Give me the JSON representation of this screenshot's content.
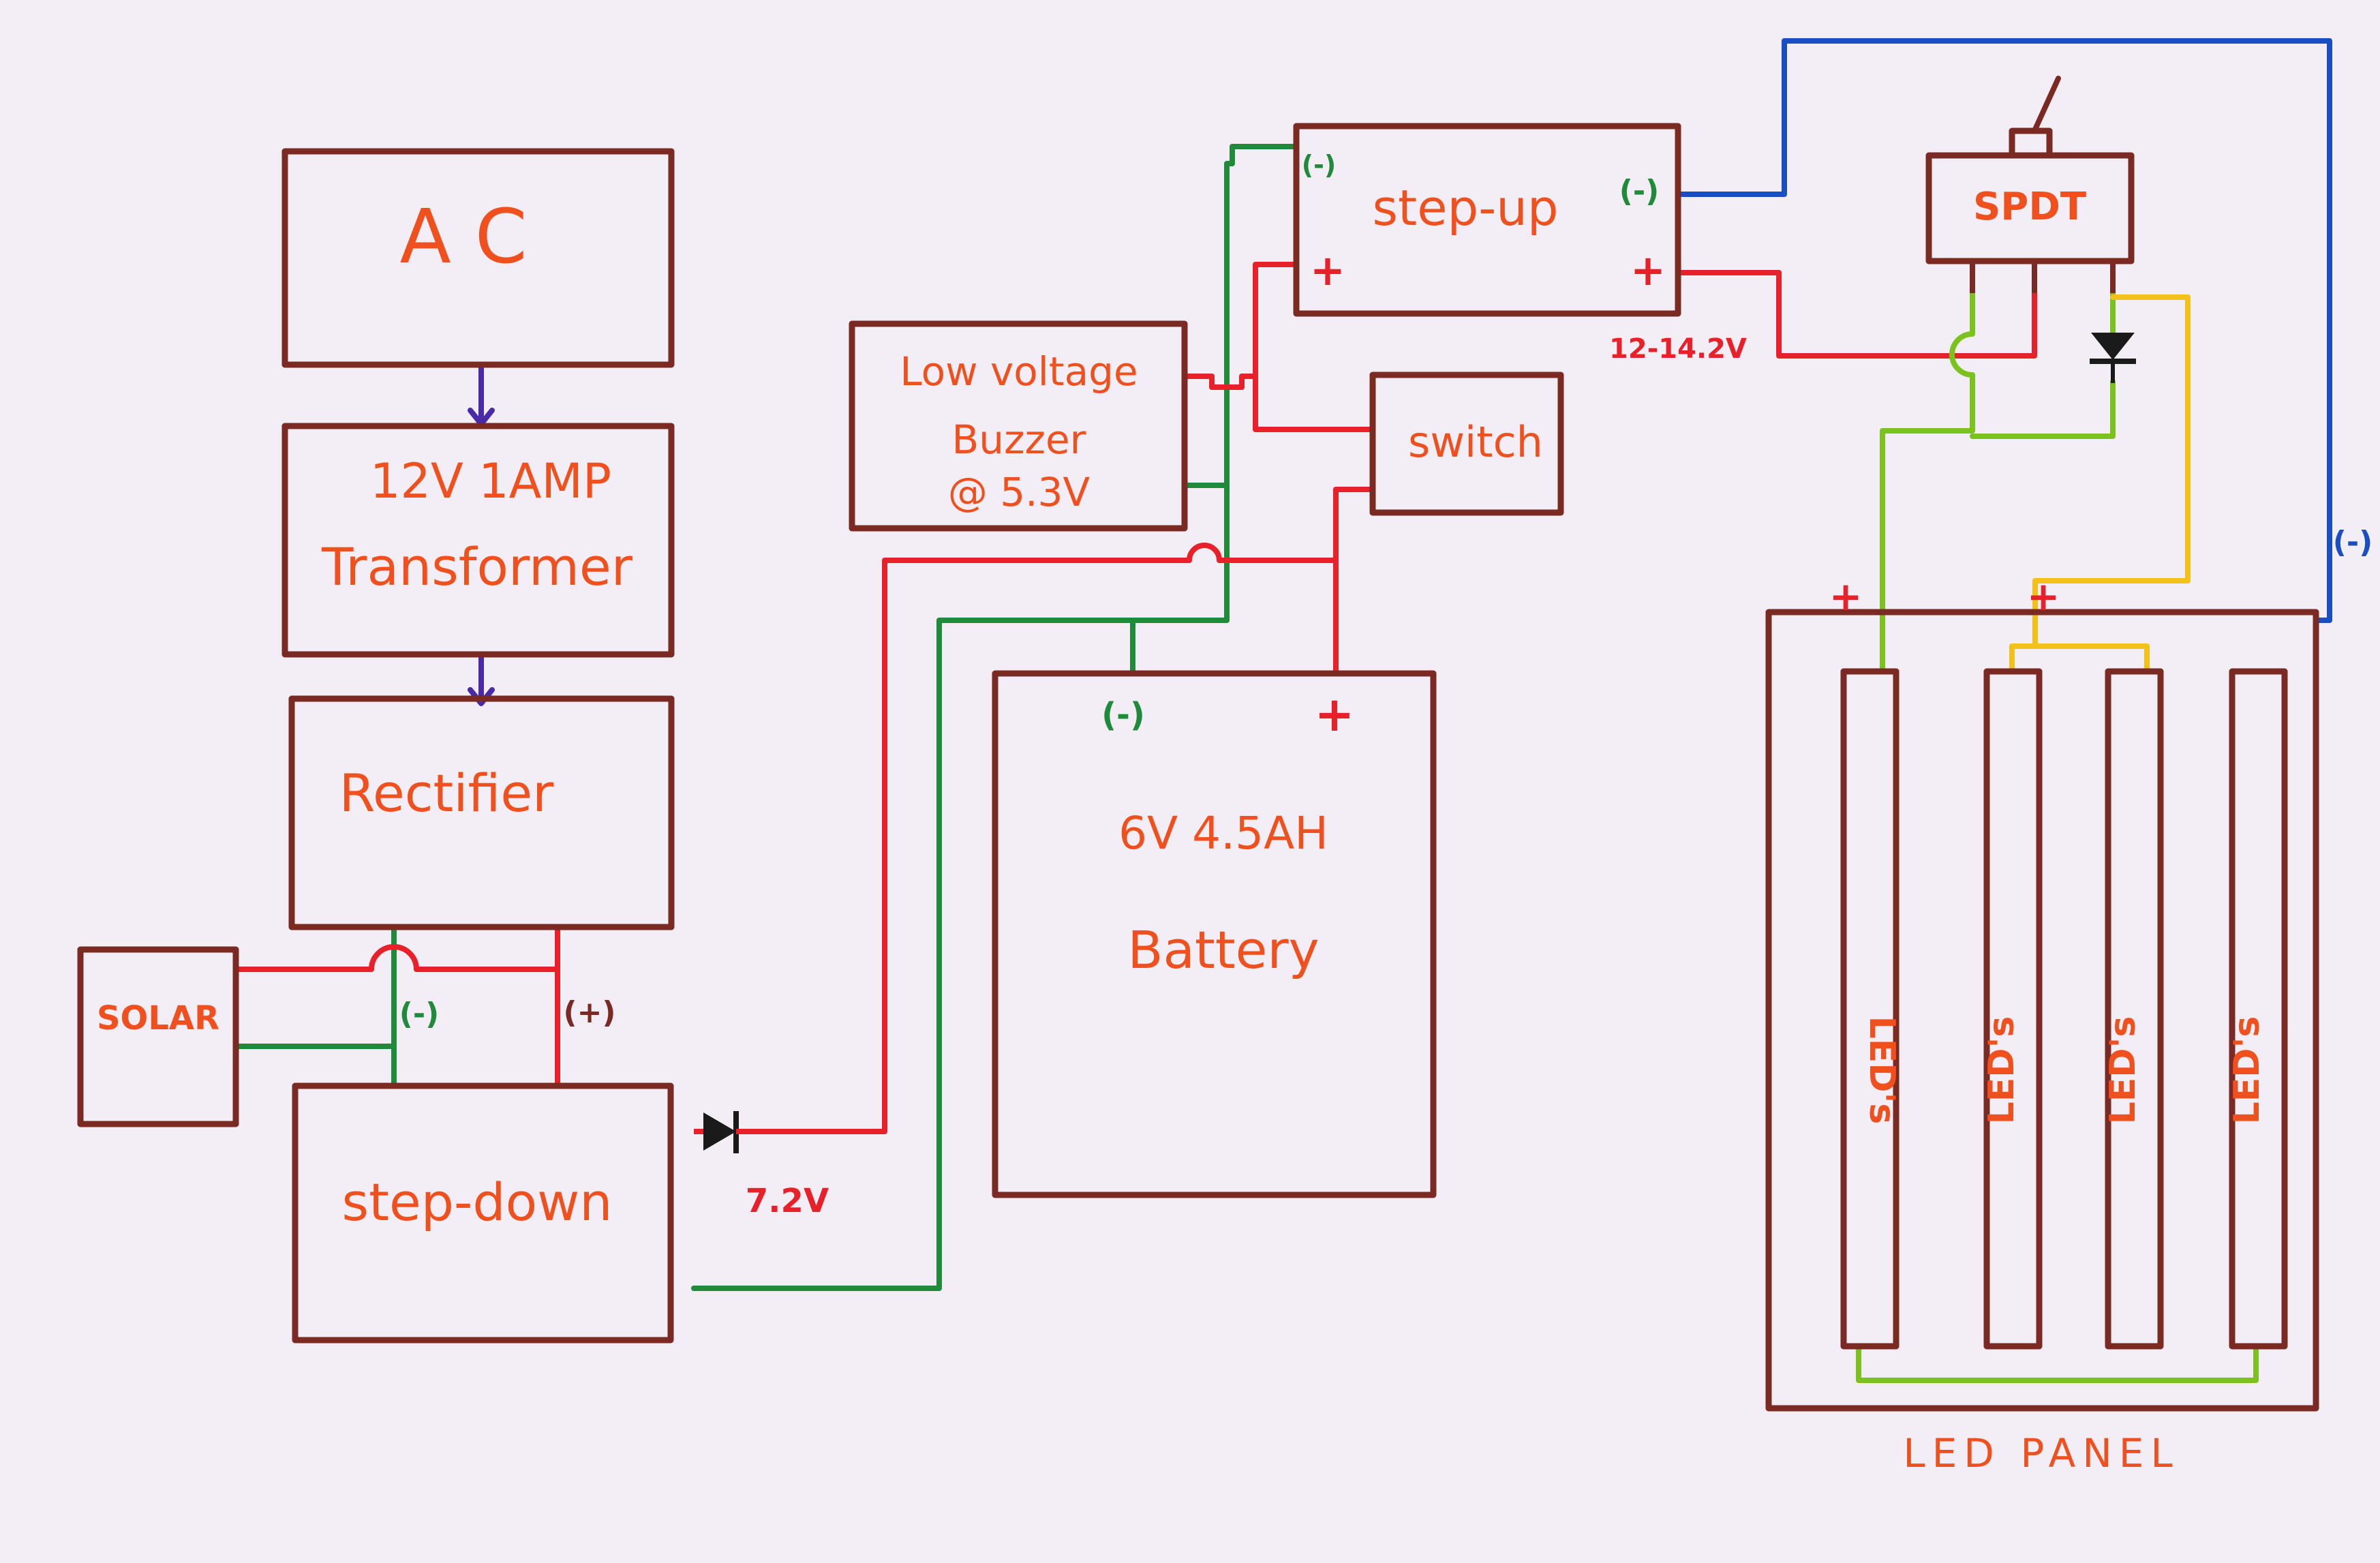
{
  "colors": {
    "background": "#f3eef5",
    "box": "#7a2a22",
    "label": "#f0501e",
    "positive_wire": "#e8202a",
    "negative_wire": "#1e8a3a",
    "blue_wire": "#1a4fc4",
    "yellow_wire": "#f2c21a",
    "light_green_wire": "#7cc21e",
    "arrow": "#4a2aa8"
  },
  "blocks": {
    "ac": "A C",
    "transformer_line1": "12V 1AMP",
    "transformer_line2": "Transformer",
    "rectifier": "Rectifier",
    "solar": "SOLAR",
    "step_down": "step-down",
    "buzzer_line1": "Low voltage",
    "buzzer_line2": "Buzzer",
    "buzzer_line3": "@ 5.3V",
    "step_up": "step-up",
    "switch": "switch",
    "battery_line1": "6V 4.5AH",
    "battery_line2": "Battery",
    "spdt": "SPDT",
    "led_panel": "LED PANEL",
    "led_strips": [
      "LED's",
      "LED's",
      "LED's",
      "LED's"
    ]
  },
  "annotations": {
    "rect_negative": "(-)",
    "rect_positive": "(+)",
    "diode_voltage": "7.2V",
    "battery_negative": "(-)",
    "battery_positive": "+",
    "stepup_in_negative": "(-)",
    "stepup_in_positive": "+",
    "stepup_out_negative": "(-)",
    "stepup_out_positive": "+",
    "stepup_out_voltage": "12-14.2V",
    "panel_negative": "(-)",
    "panel_plus_1": "+",
    "panel_plus_2": "+"
  }
}
